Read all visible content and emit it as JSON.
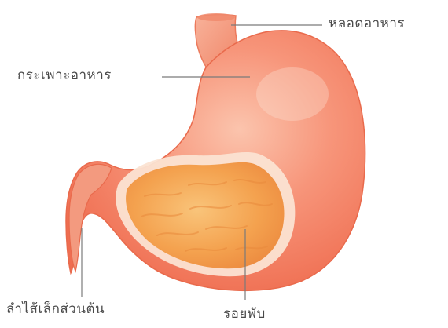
{
  "labels": {
    "esophagus": "หลอดอาหาร",
    "stomach": "กระเพาะอาหาร",
    "duodenum": "ลำไส้เล็กส่วนต้น",
    "fold": "รอยพับ"
  },
  "colors": {
    "stomach_outer": "#f27a5c",
    "stomach_light": "#f9b39a",
    "stomach_inner": "#f4a24f",
    "rim": "#f7e6d6",
    "leader_line": "#7a7a7a",
    "label_text": "#4a4a4a"
  }
}
